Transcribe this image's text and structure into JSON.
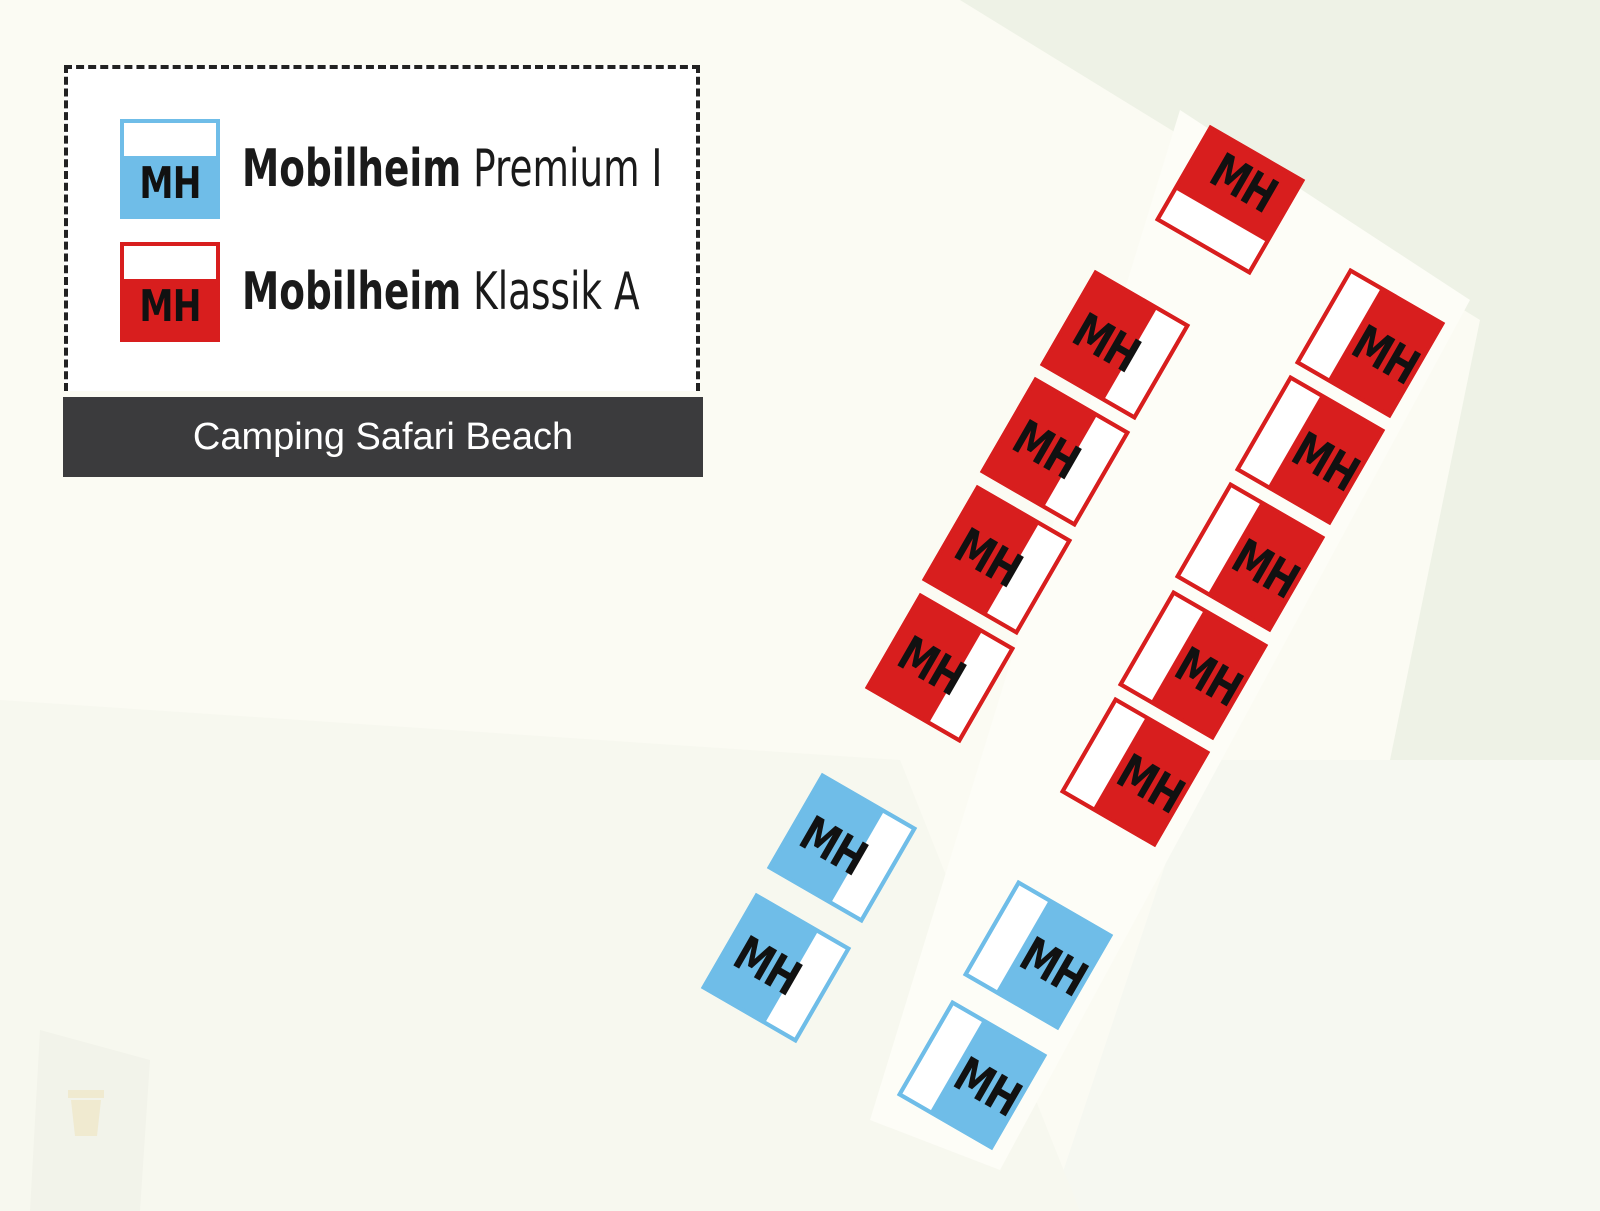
{
  "legend": {
    "items": [
      {
        "code": "MH",
        "name_bold": "Mobilheim",
        "name_rest": "Premium I",
        "color": "#6fbde8"
      },
      {
        "code": "MH",
        "name_bold": "Mobilheim",
        "name_rest": "Klassik A",
        "color": "#d81e1e"
      }
    ],
    "title": "Camping Safari Beach"
  },
  "units": [
    {
      "code": "MH",
      "type": "klassik",
      "stripe": "bottom"
    },
    {
      "code": "MH",
      "type": "klassik",
      "stripe": "right"
    },
    {
      "code": "MH",
      "type": "klassik",
      "stripe": "right"
    },
    {
      "code": "MH",
      "type": "klassik",
      "stripe": "right"
    },
    {
      "code": "MH",
      "type": "klassik",
      "stripe": "right"
    },
    {
      "code": "MH",
      "type": "klassik",
      "stripe": "left"
    },
    {
      "code": "MH",
      "type": "klassik",
      "stripe": "left"
    },
    {
      "code": "MH",
      "type": "klassik",
      "stripe": "left"
    },
    {
      "code": "MH",
      "type": "klassik",
      "stripe": "left"
    },
    {
      "code": "MH",
      "type": "klassik",
      "stripe": "left"
    },
    {
      "code": "MH",
      "type": "premium",
      "stripe": "right"
    },
    {
      "code": "MH",
      "type": "premium",
      "stripe": "right"
    },
    {
      "code": "MH",
      "type": "premium",
      "stripe": "left"
    },
    {
      "code": "MH",
      "type": "premium",
      "stripe": "left"
    }
  ]
}
